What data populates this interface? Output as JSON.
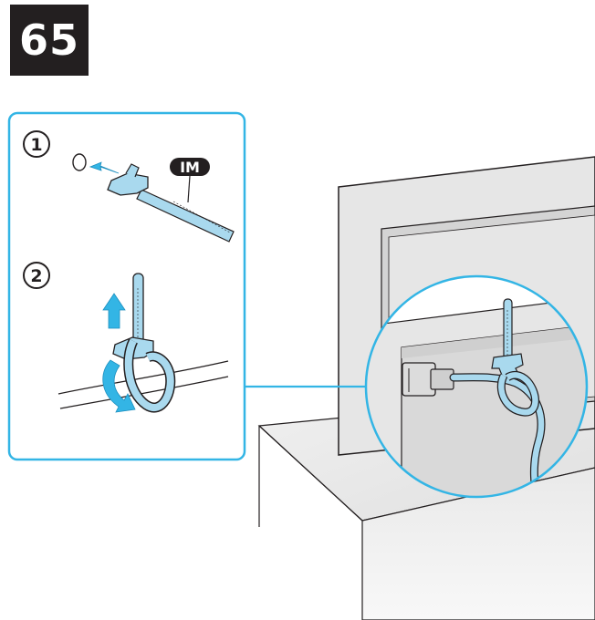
{
  "header": {
    "model_size": "65"
  },
  "callout": {
    "step1_number": "1",
    "step2_number": "2",
    "part_label": "IM"
  },
  "colors": {
    "accent": "#33b5e5",
    "light_blue": "#a9d9ee",
    "badge_bg": "#231f20",
    "tv_gray": "#e6e6e6",
    "stand_gray": "#d9d9d9",
    "line": "#231f20"
  }
}
